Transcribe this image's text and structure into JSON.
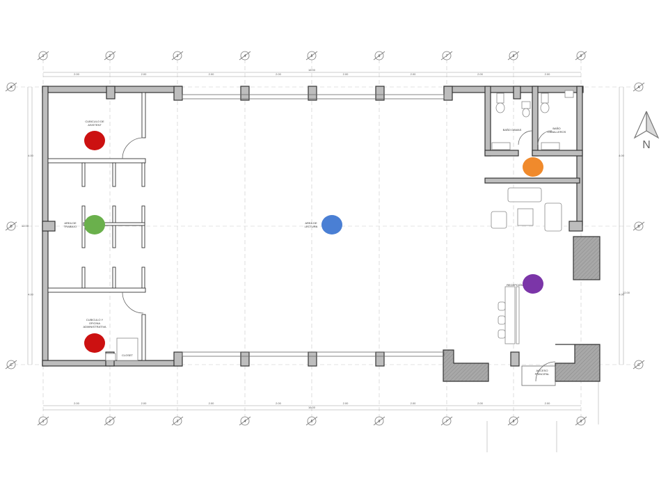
{
  "rooms": {
    "cubiculo_top": "CUBICULO DE\nASISTENT",
    "area_trabajo": "AREA DE\nTRABAJO",
    "cubiculo_bottom": "CUBICULO Y\nOFICINA\nADMINISTRATIVA",
    "closet": "CLOSET",
    "area_lectura": "AREA DE\nLECTURA",
    "bano_damas": "BAÑO DAMAS",
    "bano_caballeros": "BAÑO\nCABALLEROS",
    "recepcion": "RECEPCIÓN",
    "acceso": "ACCESO\nPRINCIPAL"
  },
  "north_label": "N",
  "markers": [
    {
      "name": "marker-cubiculo-asistente",
      "color": "#cc1111"
    },
    {
      "name": "marker-area-trabajo",
      "color": "#6ab04c"
    },
    {
      "name": "marker-cubiculo-oficina",
      "color": "#cc1111"
    },
    {
      "name": "marker-area-lectura",
      "color": "#4a7fd4"
    },
    {
      "name": "marker-banos",
      "color": "#f08a2c"
    },
    {
      "name": "marker-recepcion",
      "color": "#7b35a8"
    }
  ],
  "dimensions": {
    "top_segments": [
      "2.00",
      "2.00",
      "2.00",
      "2.00",
      "2.00",
      "2.00",
      "2.00",
      "2.00"
    ],
    "top_total": "16.00",
    "bottom_segments": [
      "2.00",
      "2.00",
      "2.00",
      "2.00",
      "2.00",
      "2.00",
      "2.00",
      "2.00"
    ],
    "bottom_total": "16.00",
    "left_segments": [
      "4.00",
      "4.00"
    ],
    "left_total": "12.00",
    "right_segments": [
      "4.00",
      "4.00"
    ],
    "right_total": "12.00"
  },
  "axis_labels": {
    "vertical": [
      "1",
      "2",
      "3",
      "4",
      "5",
      "6",
      "7",
      "8",
      "9"
    ],
    "horizontal": [
      "A",
      "B",
      "C"
    ]
  }
}
